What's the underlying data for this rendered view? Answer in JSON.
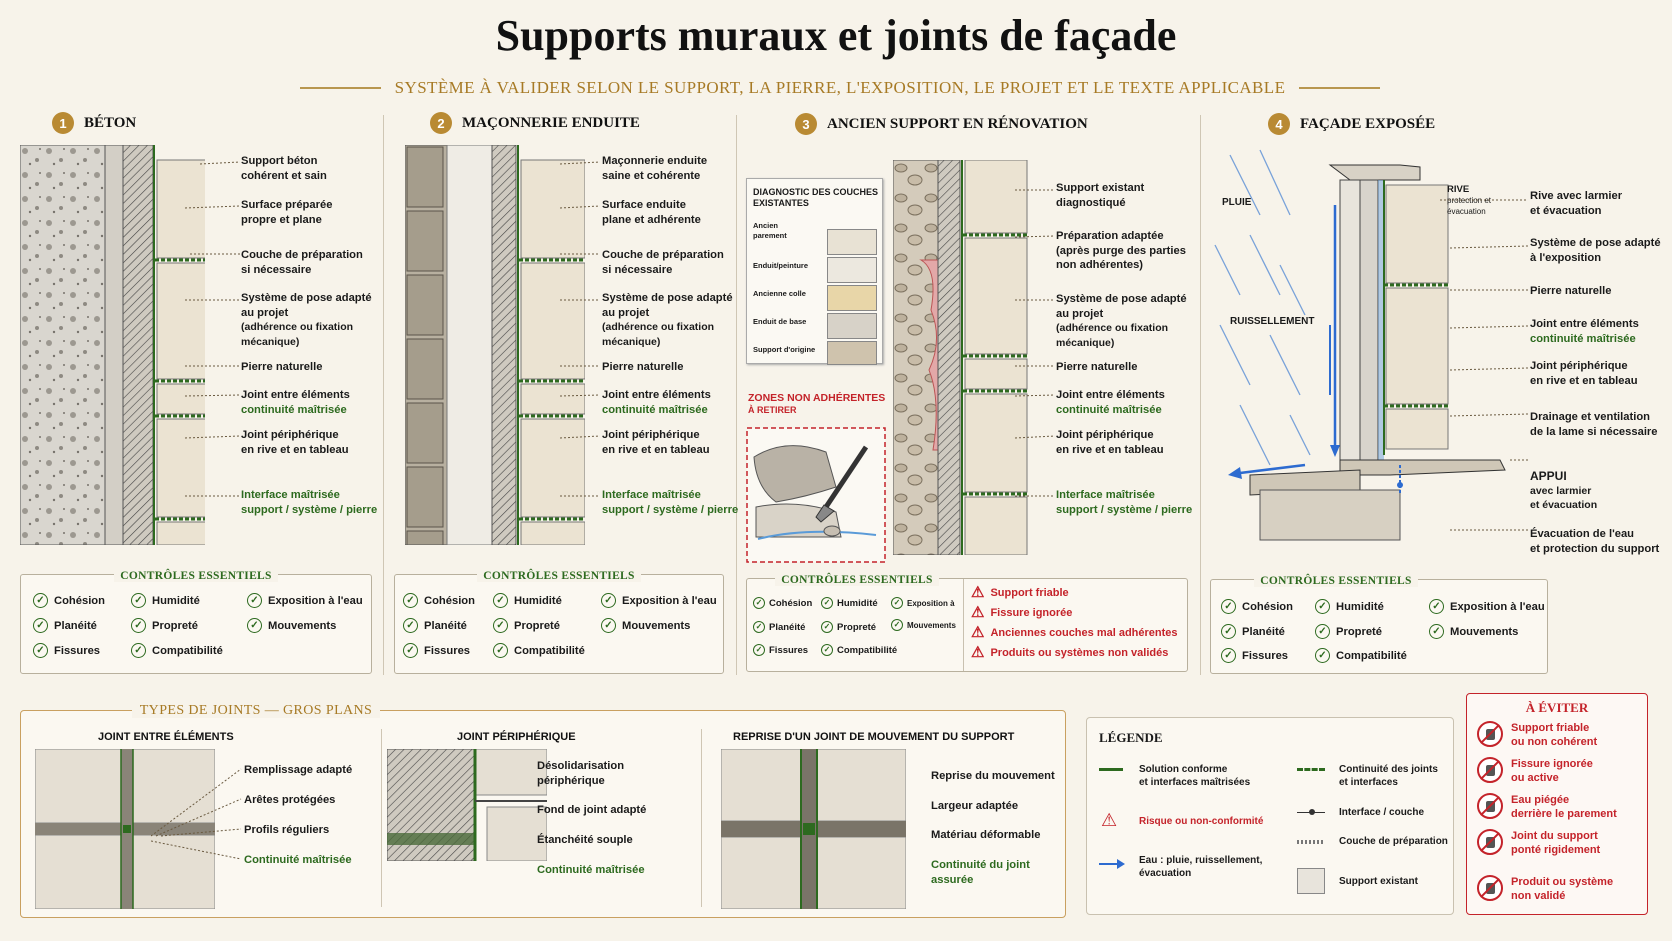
{
  "title": "Supports muraux et joints de façade",
  "subtitle": "SYSTÈME À VALIDER SELON LE SUPPORT, LA PIERRE, L'EXPOSITION, LE PROJET ET LE TEXTE APPLICABLE",
  "colors": {
    "gold": "#b98a33",
    "green": "#2d6a1f",
    "red": "#c4232a",
    "blue": "#2d6bd0",
    "bg": "#f7f3ea"
  },
  "sections": [
    {
      "num": "1",
      "title": "BÉTON",
      "labels": [
        {
          "l1": "Support béton",
          "l2": "cohérent et sain"
        },
        {
          "l1": "Surface préparée",
          "l2": "propre et plane"
        },
        {
          "l1": "Couche de préparation",
          "l2": "si nécessaire"
        },
        {
          "l1": "Système de pose adapté",
          "l2": "au projet",
          "l3": "(adhérence ou fixation",
          "l4": "mécanique)"
        },
        {
          "l1": "Pierre naturelle"
        },
        {
          "l1": "Joint entre éléments",
          "g": "continuité maîtrisée"
        },
        {
          "l1": "Joint périphérique",
          "l2": "en rive et en tableau"
        },
        {
          "g1": "Interface maîtrisée",
          "g2": "support / système / pierre"
        }
      ]
    },
    {
      "num": "2",
      "title": "MAÇONNERIE ENDUITE",
      "labels": [
        {
          "l1": "Maçonnerie enduite",
          "l2": "saine et cohérente"
        },
        {
          "l1": "Surface enduite",
          "l2": "plane et adhérente"
        },
        {
          "l1": "Couche de préparation",
          "l2": "si nécessaire"
        },
        {
          "l1": "Système de pose adapté",
          "l2": "au projet",
          "l3": "(adhérence ou fixation",
          "l4": "mécanique)"
        },
        {
          "l1": "Pierre naturelle"
        },
        {
          "l1": "Joint entre éléments",
          "g": "continuité maîtrisée"
        },
        {
          "l1": "Joint périphérique",
          "l2": "en rive et en tableau"
        },
        {
          "g1": "Interface maîtrisée",
          "g2": "support / système / pierre"
        }
      ]
    },
    {
      "num": "3",
      "title": "ANCIEN SUPPORT EN RÉNOVATION",
      "labels": [
        {
          "l1": "Support existant",
          "l2": "diagnostiqué"
        },
        {
          "l1": "Préparation adaptée",
          "l2": "(après purge des parties",
          "l3": "non adhérentes)"
        },
        {
          "l1": "Système de pose adapté",
          "l2": "au projet",
          "l3": "(adhérence ou fixation",
          "l4": "mécanique)"
        },
        {
          "l1": "Pierre naturelle"
        },
        {
          "l1": "Joint entre éléments",
          "g": "continuité maîtrisée"
        },
        {
          "l1": "Joint périphérique",
          "l2": "en rive et en tableau"
        },
        {
          "g1": "Interface maîtrisée",
          "g2": "support / système / pierre"
        }
      ],
      "diag_title1": "DIAGNOSTIC DES COUCHES",
      "diag_title2": "EXISTANTES",
      "diag_layers": [
        "Ancien",
        "parement",
        "Enduit/peinture",
        "Ancienne colle",
        "Enduit de base",
        "Support d'origine"
      ],
      "zones1": "ZONES NON ADHÉRENTES",
      "zones2": "À RETIRER",
      "warnings": [
        "Support friable",
        "Fissure ignorée",
        "Anciennes couches mal adhérentes",
        "Produits ou systèmes non validés"
      ]
    },
    {
      "num": "4",
      "title": "FAÇADE EXPOSÉE",
      "labels": [
        {
          "l1": "Rive avec larmier",
          "l2": "et évacuation"
        },
        {
          "l1": "Système de pose adapté",
          "l2": "à l'exposition"
        },
        {
          "l1": "Pierre naturelle"
        },
        {
          "l1": "Joint entre éléments",
          "g": "continuité maîtrisée"
        },
        {
          "l1": "Joint périphérique",
          "l2": "en rive et en tableau"
        },
        {
          "l1": "Drainage et ventilation",
          "l2": "de la lame si nécessaire"
        },
        {
          "l1": "APPUI",
          "l2": "avec larmier",
          "l3": "et évacuation"
        },
        {
          "l1": "Évacuation de l'eau",
          "l2": "et protection du support"
        }
      ],
      "pluie": "PLUIE",
      "ruissellement": "RUISSELLEMENT",
      "rive": "RIVE",
      "rive_sub1": "protection et",
      "rive_sub2": "évacuation"
    }
  ],
  "controls": {
    "title": "CONTRÔLES ESSENTIELS",
    "items": [
      "Cohésion",
      "Humidité",
      "Exposition à l'eau",
      "Planéité",
      "Propreté",
      "Mouvements",
      "Fissures",
      "Compatibilité"
    ],
    "items_sm_exposition": "Exposition à",
    "items_sm_mouvements": "Mouvements"
  },
  "joints": {
    "title": "TYPES DE JOINTS — GROS PLANS",
    "panels": [
      {
        "title": "JOINT ENTRE ÉLÉMENTS",
        "labels": [
          "Remplissage adapté",
          "Arêtes protégées",
          "Profils réguliers"
        ],
        "green": "Continuité maîtrisée"
      },
      {
        "title": "JOINT PÉRIPHÉRIQUE",
        "labels": [
          "Désolidarisation",
          "périphérique",
          "Fond de joint adapté",
          "Étanchéité souple"
        ],
        "green": "Continuité maîtrisée"
      },
      {
        "title": "REPRISE D'UN JOINT DE MOUVEMENT DU SUPPORT",
        "labels": [
          "Reprise du mouvement",
          "Largeur adaptée",
          "Matériau déformable"
        ],
        "green1": "Continuité du joint",
        "green2": "assurée"
      }
    ]
  },
  "legend": {
    "title": "LÉGENDE",
    "items": [
      {
        "t1": "Solution conforme",
        "t2": "et interfaces maîtrisées"
      },
      {
        "t1": "Continuité des joints",
        "t2": "et interfaces"
      },
      {
        "t1": "Risque ou non-conformité"
      },
      {
        "t1": "Interface / couche"
      },
      {
        "t1": "Eau : pluie, ruissellement,",
        "t2": "évacuation"
      },
      {
        "t1": "Couche de préparation"
      },
      {
        "t1": "Support existant"
      }
    ]
  },
  "avoid": {
    "title": "À ÉVITER",
    "items": [
      {
        "t1": "Support friable",
        "t2": "ou non cohérent"
      },
      {
        "t1": "Fissure ignorée",
        "t2": "ou active"
      },
      {
        "t1": "Eau piégée",
        "t2": "derrière le parement"
      },
      {
        "t1": "Joint du support",
        "t2": "ponté rigidement"
      },
      {
        "t1": "Produit ou système",
        "t2": "non validé"
      }
    ]
  }
}
